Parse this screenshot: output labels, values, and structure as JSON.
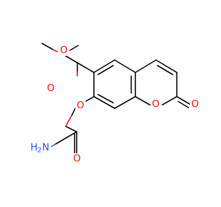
{
  "molecule": {
    "atoms": {
      "ester_o_methyl": {
        "text": "O",
        "color": "#ff0d0d"
      },
      "ester_o_carbonyl": {
        "text": "O",
        "color": "#ff0d0d"
      },
      "carbamate_o_ether": {
        "text": "O",
        "color": "#ff0d0d"
      },
      "ring_o": {
        "text": "O",
        "color": "#ff0d0d"
      },
      "lactone_o_carbonyl": {
        "text": "O",
        "color": "#ff0d0d"
      },
      "carbamate_o_carbonyl": {
        "text": "O",
        "color": "#ff0d0d"
      },
      "amine_h": {
        "text": "H",
        "color": "#3050f8"
      },
      "amine_h_sub": {
        "text": "2",
        "color": "#3050f8"
      },
      "amine_n": {
        "text": "N",
        "color": "#3050f8"
      }
    }
  }
}
